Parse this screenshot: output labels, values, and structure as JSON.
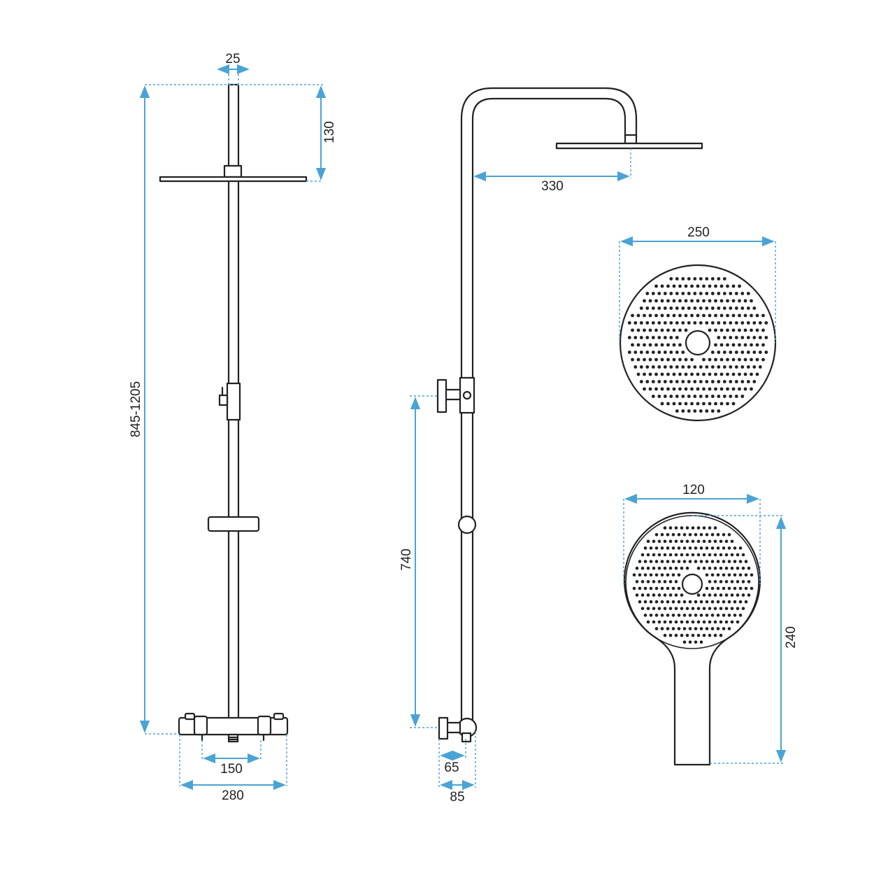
{
  "colors": {
    "dimension": "#4aa3d6",
    "outline": "#222222",
    "background": "#ffffff"
  },
  "dimensions": {
    "pipe_width": "25",
    "head_drop": "130",
    "total_height": "845-1205",
    "inlet_spacing": "150",
    "valve_width": "280",
    "arm_reach": "330",
    "valve_to_diverter": "740",
    "wall_offset_small": "65",
    "wall_offset_large": "85",
    "head_diameter": "250",
    "hand_width": "120",
    "hand_length": "240"
  }
}
